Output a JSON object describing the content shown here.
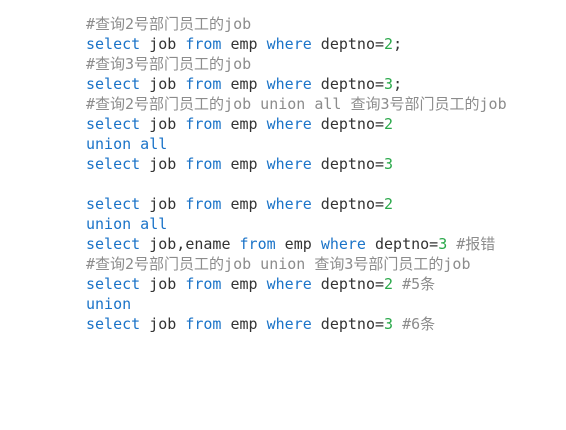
{
  "editor": {
    "lines": [
      {
        "type": "comment",
        "text": "#查询2号部门员工的job"
      },
      {
        "type": "sql",
        "tokens": [
          {
            "k": "kw",
            "t": "select"
          },
          {
            "k": "tx",
            "t": " job "
          },
          {
            "k": "kw",
            "t": "from"
          },
          {
            "k": "tx",
            "t": " emp "
          },
          {
            "k": "kw",
            "t": "where"
          },
          {
            "k": "tx",
            "t": " deptno="
          },
          {
            "k": "num",
            "t": "2"
          },
          {
            "k": "tx",
            "t": ";"
          }
        ]
      },
      {
        "type": "comment",
        "text": "#查询3号部门员工的job"
      },
      {
        "type": "sql",
        "tokens": [
          {
            "k": "kw",
            "t": "select"
          },
          {
            "k": "tx",
            "t": " job "
          },
          {
            "k": "kw",
            "t": "from"
          },
          {
            "k": "tx",
            "t": " emp "
          },
          {
            "k": "kw",
            "t": "where"
          },
          {
            "k": "tx",
            "t": " deptno="
          },
          {
            "k": "num",
            "t": "3"
          },
          {
            "k": "tx",
            "t": ";"
          }
        ]
      },
      {
        "type": "comment",
        "text": "#查询2号部门员工的job union all 查询3号部门员工的job"
      },
      {
        "type": "sql",
        "tokens": [
          {
            "k": "kw",
            "t": "select"
          },
          {
            "k": "tx",
            "t": " job "
          },
          {
            "k": "kw",
            "t": "from"
          },
          {
            "k": "tx",
            "t": " emp "
          },
          {
            "k": "kw",
            "t": "where"
          },
          {
            "k": "tx",
            "t": " deptno="
          },
          {
            "k": "num",
            "t": "2"
          }
        ]
      },
      {
        "type": "sql",
        "tokens": [
          {
            "k": "kw",
            "t": "union all"
          }
        ]
      },
      {
        "type": "sql",
        "tokens": [
          {
            "k": "kw",
            "t": "select"
          },
          {
            "k": "tx",
            "t": " job "
          },
          {
            "k": "kw",
            "t": "from"
          },
          {
            "k": "tx",
            "t": " emp "
          },
          {
            "k": "kw",
            "t": "where"
          },
          {
            "k": "tx",
            "t": " deptno="
          },
          {
            "k": "num",
            "t": "3"
          }
        ]
      },
      {
        "type": "blank"
      },
      {
        "type": "sql",
        "tokens": [
          {
            "k": "kw",
            "t": "select"
          },
          {
            "k": "tx",
            "t": " job "
          },
          {
            "k": "kw",
            "t": "from"
          },
          {
            "k": "tx",
            "t": " emp "
          },
          {
            "k": "kw",
            "t": "where"
          },
          {
            "k": "tx",
            "t": " deptno="
          },
          {
            "k": "num",
            "t": "2"
          }
        ]
      },
      {
        "type": "sql",
        "tokens": [
          {
            "k": "kw",
            "t": "union all"
          }
        ]
      },
      {
        "type": "sql",
        "tokens": [
          {
            "k": "kw",
            "t": "select"
          },
          {
            "k": "tx",
            "t": " job,ename "
          },
          {
            "k": "kw",
            "t": "from"
          },
          {
            "k": "tx",
            "t": " emp "
          },
          {
            "k": "kw",
            "t": "where"
          },
          {
            "k": "tx",
            "t": " deptno="
          },
          {
            "k": "num",
            "t": "3"
          },
          {
            "k": "cm",
            "t": " #报错"
          }
        ]
      },
      {
        "type": "comment",
        "text": "#查询2号部门员工的job union 查询3号部门员工的job"
      },
      {
        "type": "sql",
        "tokens": [
          {
            "k": "kw",
            "t": "select"
          },
          {
            "k": "tx",
            "t": " job "
          },
          {
            "k": "kw",
            "t": "from"
          },
          {
            "k": "tx",
            "t": " emp "
          },
          {
            "k": "kw",
            "t": "where"
          },
          {
            "k": "tx",
            "t": " deptno="
          },
          {
            "k": "num",
            "t": "2"
          },
          {
            "k": "cm",
            "t": " #5条"
          }
        ]
      },
      {
        "type": "sql",
        "tokens": [
          {
            "k": "kw",
            "t": "union"
          }
        ]
      },
      {
        "type": "sql",
        "tokens": [
          {
            "k": "kw",
            "t": "select"
          },
          {
            "k": "tx",
            "t": " job "
          },
          {
            "k": "kw",
            "t": "from"
          },
          {
            "k": "tx",
            "t": " emp "
          },
          {
            "k": "kw",
            "t": "where"
          },
          {
            "k": "tx",
            "t": " deptno="
          },
          {
            "k": "num",
            "t": "3"
          },
          {
            "k": "cm",
            "t": " #6条"
          }
        ]
      }
    ]
  }
}
